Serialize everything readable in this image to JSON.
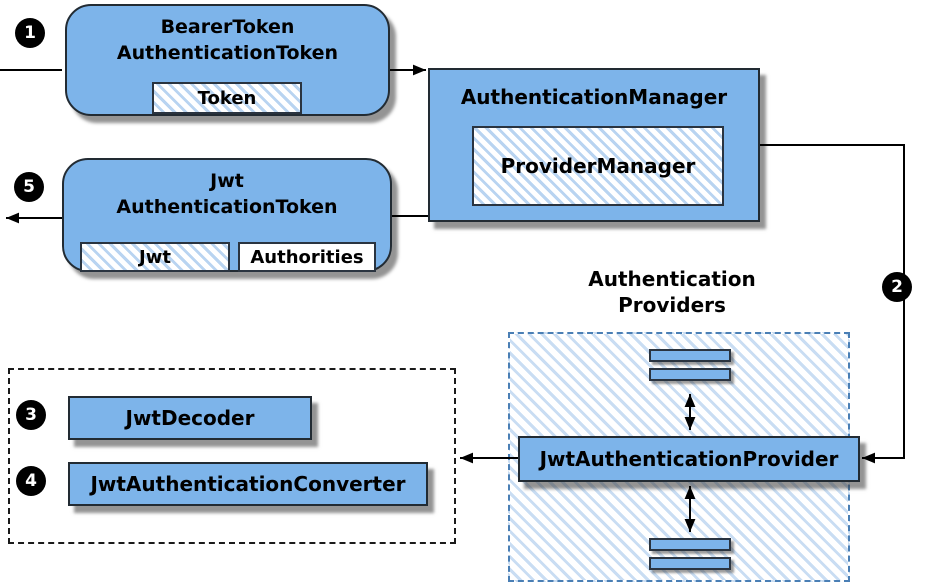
{
  "colors": {
    "box_fill": "#7db4ea",
    "box_border": "#222b33",
    "hatch_stripe": "#b9d4f1",
    "container_hatch_stripe": "#c9ddf3",
    "dashed_blue_border": "#4a7fb5",
    "dashed_black_border": "#1a1a1a",
    "arrow": "#000000",
    "badge_bg": "#000000",
    "badge_text": "#ffffff"
  },
  "badges": {
    "b1": "1",
    "b2": "2",
    "b3": "3",
    "b4": "4",
    "b5": "5"
  },
  "boxes": {
    "bearer": {
      "title1": "BearerToken",
      "title2": "AuthenticationToken",
      "token": "Token"
    },
    "manager": {
      "title": "AuthenticationManager",
      "inner": "ProviderManager"
    },
    "jwt_token": {
      "title1": "Jwt",
      "title2": "AuthenticationToken",
      "jwt": "Jwt",
      "authorities": "Authorities"
    },
    "providers_label": {
      "line1": "Authentication",
      "line2": "Providers"
    },
    "provider": {
      "title": "JwtAuthenticationProvider"
    },
    "decoder": {
      "title": "JwtDecoder"
    },
    "converter": {
      "title": "JwtAuthenticationConverter"
    }
  }
}
